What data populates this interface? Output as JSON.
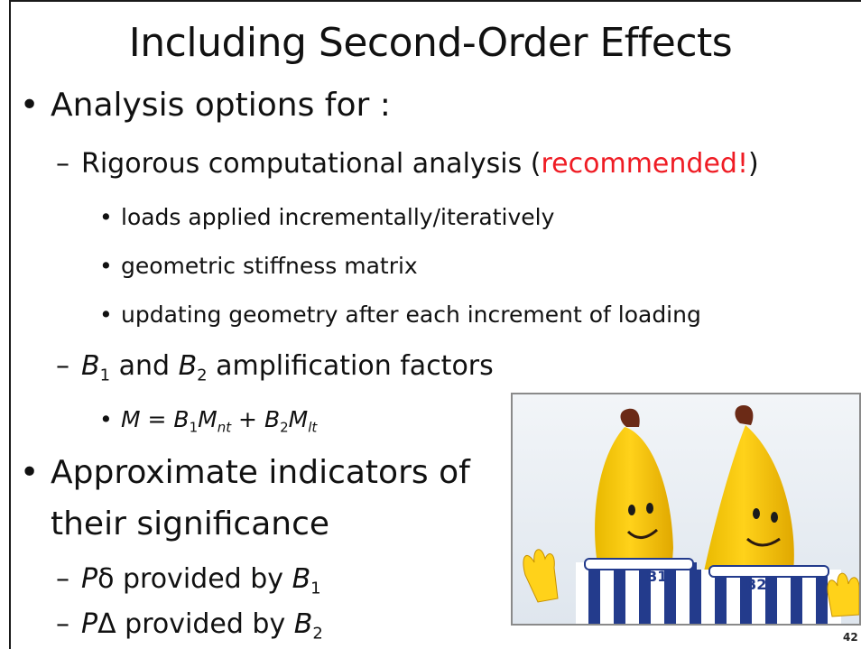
{
  "title": "Including Second-Order Effects",
  "items": {
    "analysis_options": "Analysis options for :",
    "rigorous_prefix": "Rigorous computational analysis (",
    "recommended": "recommended!",
    "rigorous_suffix": ")",
    "loads": "loads applied incrementally/iteratively",
    "geometric": "geometric stiffness matrix",
    "updating": "updating geometry after each increment of loading",
    "amp": {
      "b": "B",
      "one": "1",
      "and": " and ",
      "two": "2",
      "rest": " amplification factors"
    },
    "formula": {
      "m": "M",
      "eq": " = ",
      "b": "B",
      "one": "1",
      "mnt": "M",
      "nt": "nt",
      "plus": " + ",
      "two": "2",
      "mlt": "M",
      "lt": "lt"
    },
    "approx_line1": "Approximate indicators of",
    "approx_line2": "their significance",
    "p_delta_small": {
      "p": "P",
      "sym": "δ",
      "text": " provided by ",
      "b": "B",
      "sub": "1"
    },
    "p_delta_big": {
      "p": "P",
      "sym": "Δ",
      "text": " provided by ",
      "b": "B",
      "sub": "2"
    }
  },
  "bullets": {
    "l1": "•",
    "l2": "–",
    "l3": "•"
  },
  "photo": {
    "costume_label_left": "B1",
    "costume_label_right": "B2"
  },
  "page_number": "42",
  "colors": {
    "accent_red": "#ef1c24",
    "text": "#111111"
  }
}
